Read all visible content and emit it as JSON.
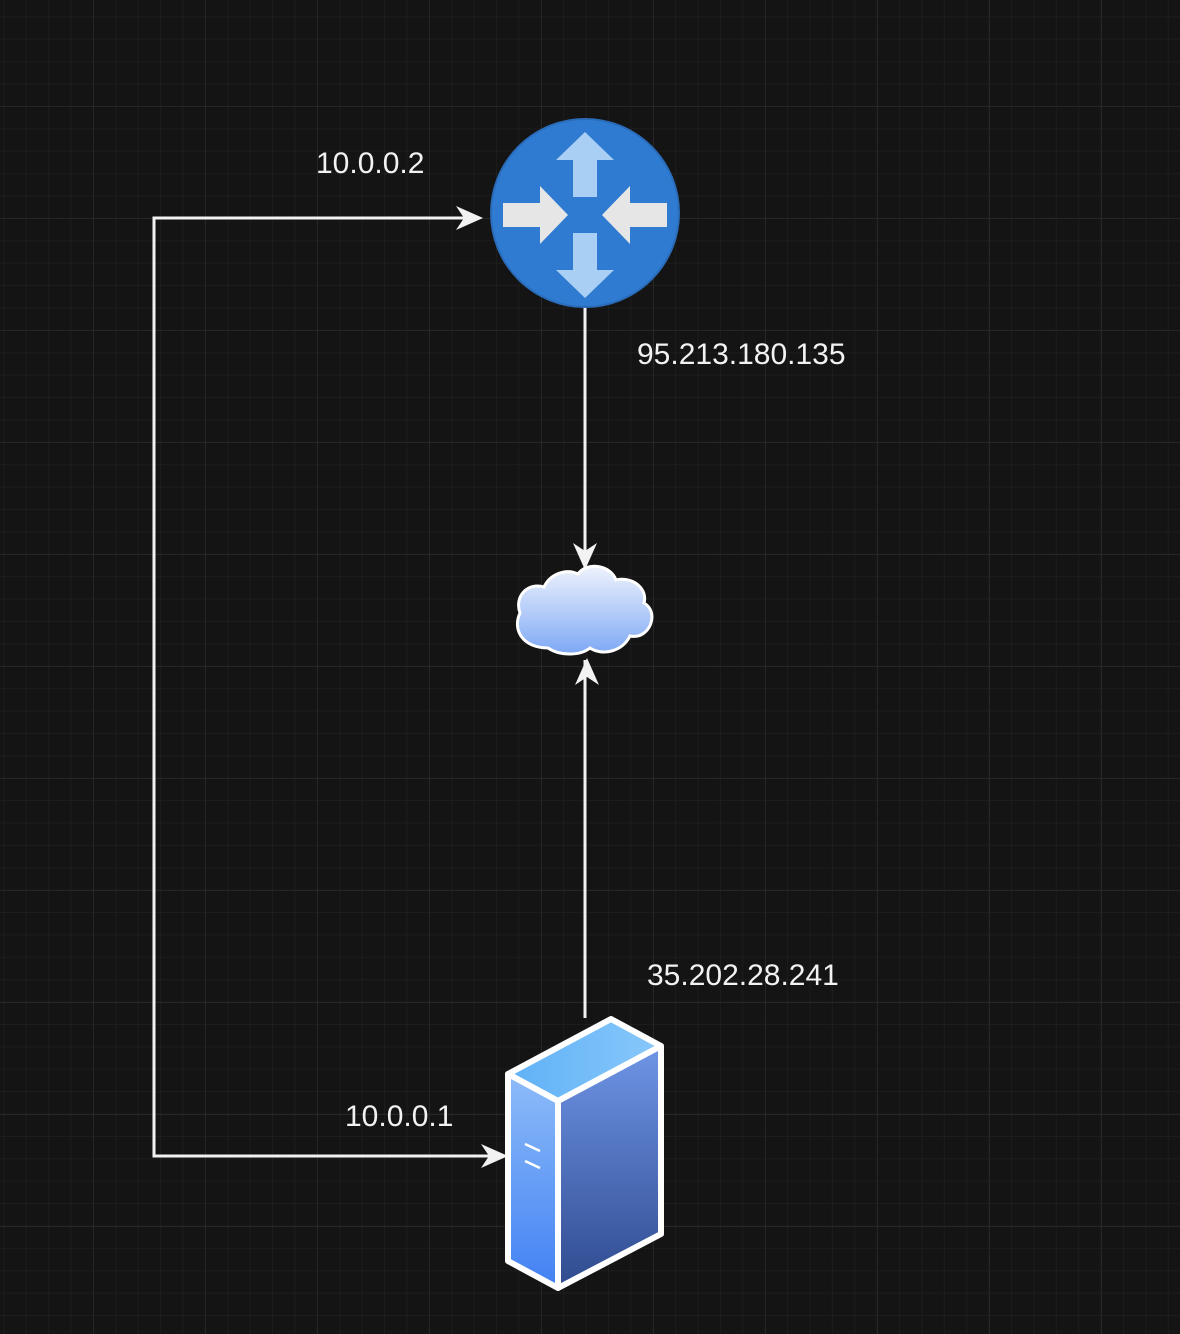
{
  "diagram": {
    "nodes": [
      {
        "id": "router",
        "icon": "router-icon",
        "color": "#2f7bd1"
      },
      {
        "id": "internet",
        "icon": "cloud-icon",
        "color": "#8fb6f4"
      },
      {
        "id": "server",
        "icon": "server-icon",
        "color": "#4f86f0"
      }
    ],
    "edges": [
      {
        "from": "server",
        "to": "router",
        "type": "private-link"
      },
      {
        "from": "router",
        "to": "internet",
        "type": "public-link"
      },
      {
        "from": "server",
        "to": "internet",
        "type": "public-link"
      }
    ],
    "labels": {
      "router_private_ip": "10.0.0.2",
      "router_public_ip": "95.213.180.135",
      "server_public_ip": "35.202.28.241",
      "server_private_ip": "10.0.0.1"
    },
    "colors": {
      "background": "#141414",
      "grid": "#262626",
      "connector": "#f2f2f2",
      "label": "#f2f2f2"
    }
  }
}
